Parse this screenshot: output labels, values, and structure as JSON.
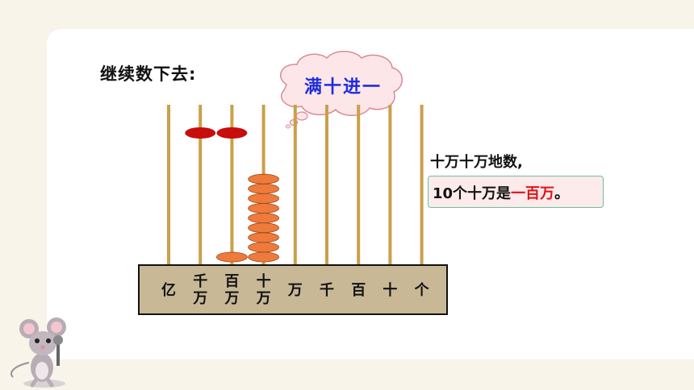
{
  "title": "继续数下去:",
  "bubble": {
    "text": "满十进一"
  },
  "abacus": {
    "places": [
      {
        "key": "yi",
        "lines": [
          "亿"
        ],
        "beads": 0
      },
      {
        "key": "qianwan",
        "lines": [
          "千",
          "万"
        ],
        "beads": 0
      },
      {
        "key": "baiwan",
        "lines": [
          "百",
          "万"
        ],
        "beads": 1
      },
      {
        "key": "shiwan",
        "lines": [
          "十",
          "万"
        ],
        "beads": 9
      },
      {
        "key": "wan",
        "lines": [
          "万"
        ],
        "beads": 0
      },
      {
        "key": "qian",
        "lines": [
          "千"
        ],
        "beads": 0
      },
      {
        "key": "bai",
        "lines": [
          "百"
        ],
        "beads": 0
      },
      {
        "key": "shi",
        "lines": [
          "十"
        ],
        "beads": 0
      },
      {
        "key": "ge",
        "lines": [
          "个"
        ],
        "beads": 0
      }
    ],
    "carry_beads_rods": [
      "qianwan",
      "baiwan"
    ],
    "colors": {
      "rod": "#c9a04a",
      "bead": "#ee7b3b",
      "carry_bead": "#c80d0d",
      "frame": "#c8b896"
    }
  },
  "description": {
    "line1": "十万十万地数,",
    "line2_prefix": "10个十万是",
    "line2_highlight": "一百万",
    "line2_suffix": "。"
  }
}
